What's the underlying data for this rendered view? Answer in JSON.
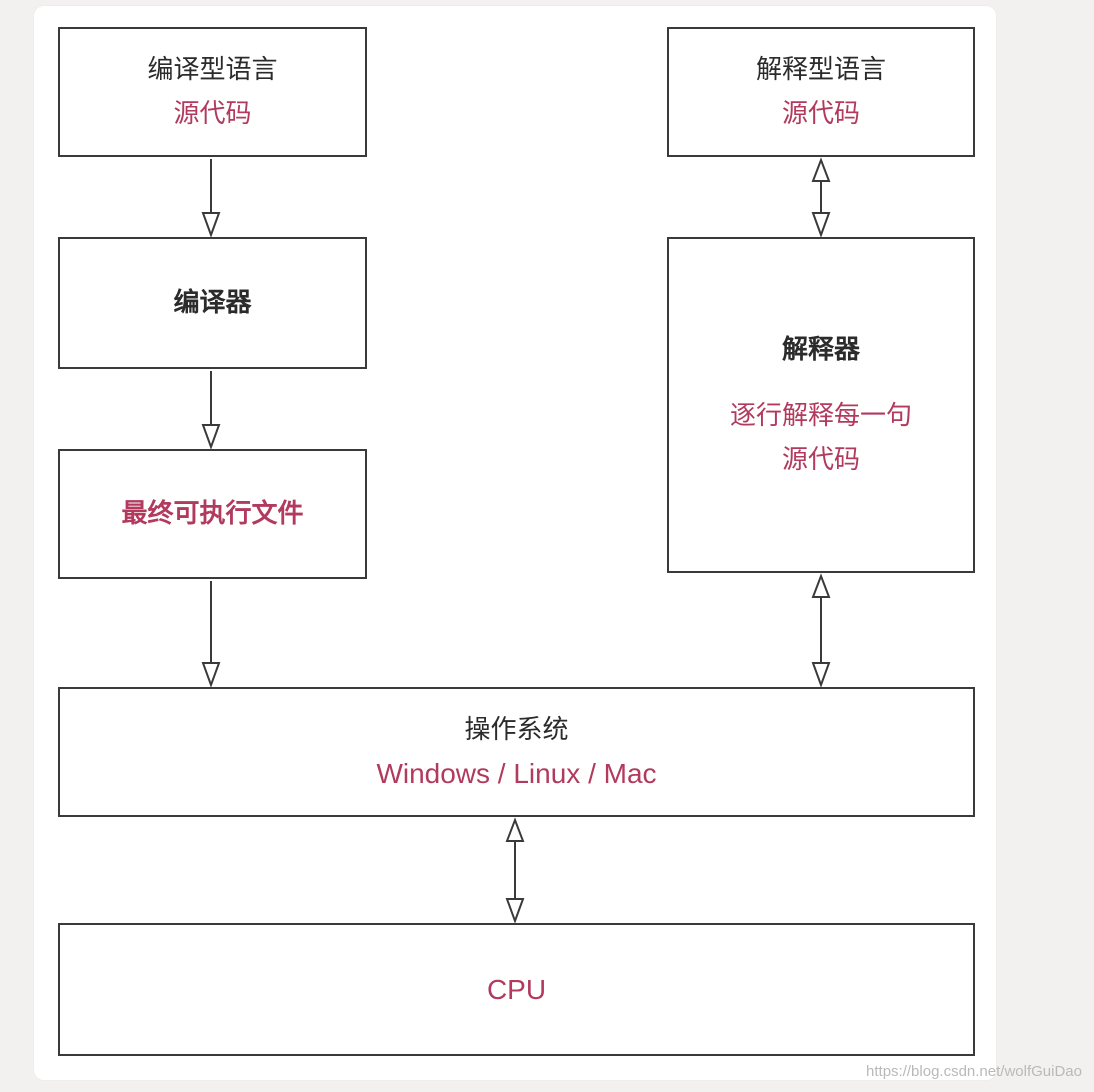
{
  "compiled": {
    "title": "编译型语言",
    "source": "源代码",
    "compiler": "编译器",
    "executable": "最终可执行文件"
  },
  "interpreted": {
    "title": "解释型语言",
    "source": "源代码",
    "interpreter": "解释器",
    "desc_line1": "逐行解释每一句",
    "desc_line2": "源代码"
  },
  "os": {
    "title": "操作系统",
    "platforms": "Windows / Linux / Mac"
  },
  "cpu": {
    "label": "CPU"
  },
  "watermark": "https://blog.csdn.net/wolfGuiDao",
  "colors": {
    "accent": "#b23a5e",
    "text": "#2b2b2b",
    "border": "#3a3a3a"
  }
}
